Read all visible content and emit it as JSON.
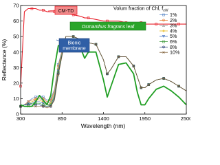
{
  "chart_data": {
    "type": "line",
    "xlabel": "Wavelength (nm)",
    "ylabel": "Reflectance (%)",
    "xlim": [
      300,
      2500
    ],
    "ylim": [
      0,
      70
    ],
    "xticks": [
      300,
      850,
      1400,
      1950,
      2500
    ],
    "yticks": [
      0,
      10,
      20,
      30,
      40,
      50,
      60,
      70
    ],
    "grid": false,
    "legend_title": "Volum fraction of Chl, f",
    "legend_title_sub": "chl",
    "legend_placement": "top-right",
    "annotations": [
      {
        "text": "CM-TD",
        "style": "red-box"
      },
      {
        "text": "Osmanthus fragrans leaf",
        "style": "green-box"
      },
      {
        "text": "Bionic membrane",
        "style": "blue-box"
      }
    ],
    "colors": {
      "cmtd": "#e8202a",
      "leaf": "#1f9e22",
      "bionic": "#2f5fa6"
    },
    "x": [
      300,
      350,
      400,
      450,
      500,
      550,
      600,
      650,
      700,
      750,
      800,
      900,
      1000,
      1100,
      1150,
      1200,
      1300,
      1400,
      1450,
      1500,
      1600,
      1700,
      1800,
      1850,
      1900,
      1950,
      2000,
      2100,
      2200,
      2300,
      2400,
      2500
    ],
    "series": [
      {
        "name": "",
        "role": "CM-TD",
        "color": "#e8202a",
        "values": [
          18,
          66,
          68,
          68,
          68,
          67,
          67,
          66,
          66,
          66,
          66,
          65,
          64,
          63,
          62,
          62,
          61,
          60,
          60,
          60,
          60,
          59,
          59,
          59,
          59,
          58,
          58,
          58,
          58,
          58,
          58,
          58
        ]
      },
      {
        "name": "",
        "role": "Osmanthus fragrans leaf",
        "color": "#1f9e22",
        "values": [
          6,
          5,
          5,
          5,
          8,
          12,
          9,
          6,
          12,
          30,
          44,
          47,
          46,
          42,
          36,
          40,
          40,
          22,
          11,
          18,
          32,
          33,
          26,
          14,
          6,
          6,
          10,
          16,
          18,
          15,
          11,
          6
        ]
      },
      {
        "name": "1%",
        "color": "#5a88c8",
        "values": [
          5,
          6,
          8,
          10,
          11,
          12,
          11,
          9,
          10,
          16,
          32,
          50,
          50,
          48,
          44,
          46,
          45,
          35,
          26,
          29,
          37,
          37,
          31,
          24,
          17,
          17,
          19,
          22,
          23,
          21,
          18,
          15
        ]
      },
      {
        "name": "2%",
        "color": "#e57a30",
        "values": [
          5,
          6,
          8,
          9,
          10,
          11,
          10,
          8,
          9,
          15,
          31,
          50,
          50,
          48,
          44,
          46,
          45,
          35,
          26,
          29,
          37,
          37,
          31,
          24,
          17,
          17,
          19,
          22,
          23,
          21,
          18,
          15
        ]
      },
      {
        "name": "3%",
        "color": "#9a9a9a",
        "values": [
          5,
          6,
          7,
          8,
          9,
          10,
          9,
          7,
          8,
          14,
          30,
          50,
          50,
          48,
          44,
          46,
          45,
          35,
          26,
          29,
          37,
          37,
          31,
          24,
          17,
          17,
          19,
          22,
          23,
          21,
          18,
          15
        ]
      },
      {
        "name": "4%",
        "color": "#e8b818",
        "values": [
          5,
          6,
          7,
          8,
          9,
          9,
          8,
          6,
          7,
          13,
          29,
          50,
          50,
          48,
          44,
          46,
          45,
          35,
          26,
          29,
          37,
          37,
          31,
          24,
          17,
          17,
          19,
          22,
          23,
          21,
          18,
          15
        ]
      },
      {
        "name": "5%",
        "color": "#3a6cc0",
        "values": [
          5,
          6,
          7,
          7,
          8,
          8,
          7,
          6,
          6,
          12,
          28,
          50,
          50,
          48,
          44,
          46,
          45,
          35,
          26,
          29,
          37,
          37,
          31,
          24,
          17,
          17,
          19,
          22,
          23,
          21,
          18,
          15
        ]
      },
      {
        "name": "6%",
        "color": "#3e9a3c",
        "values": [
          5,
          6,
          6,
          7,
          7,
          7,
          6,
          5,
          6,
          11,
          27,
          50,
          50,
          48,
          44,
          46,
          45,
          35,
          26,
          29,
          37,
          37,
          31,
          24,
          17,
          17,
          19,
          22,
          23,
          21,
          18,
          15
        ]
      },
      {
        "name": "8%",
        "color": "#2a3e78",
        "values": [
          5,
          6,
          6,
          6,
          6,
          6,
          5,
          5,
          5,
          10,
          26,
          50,
          50,
          48,
          44,
          46,
          45,
          35,
          26,
          29,
          37,
          37,
          31,
          24,
          17,
          17,
          19,
          22,
          23,
          21,
          18,
          15
        ]
      },
      {
        "name": "10%",
        "color": "#7a5a30",
        "values": [
          5,
          5,
          5,
          5,
          5,
          5,
          5,
          4,
          5,
          9,
          25,
          50,
          50,
          48,
          44,
          46,
          45,
          35,
          26,
          29,
          37,
          37,
          31,
          24,
          17,
          17,
          19,
          22,
          23,
          21,
          18,
          15
        ]
      }
    ]
  }
}
